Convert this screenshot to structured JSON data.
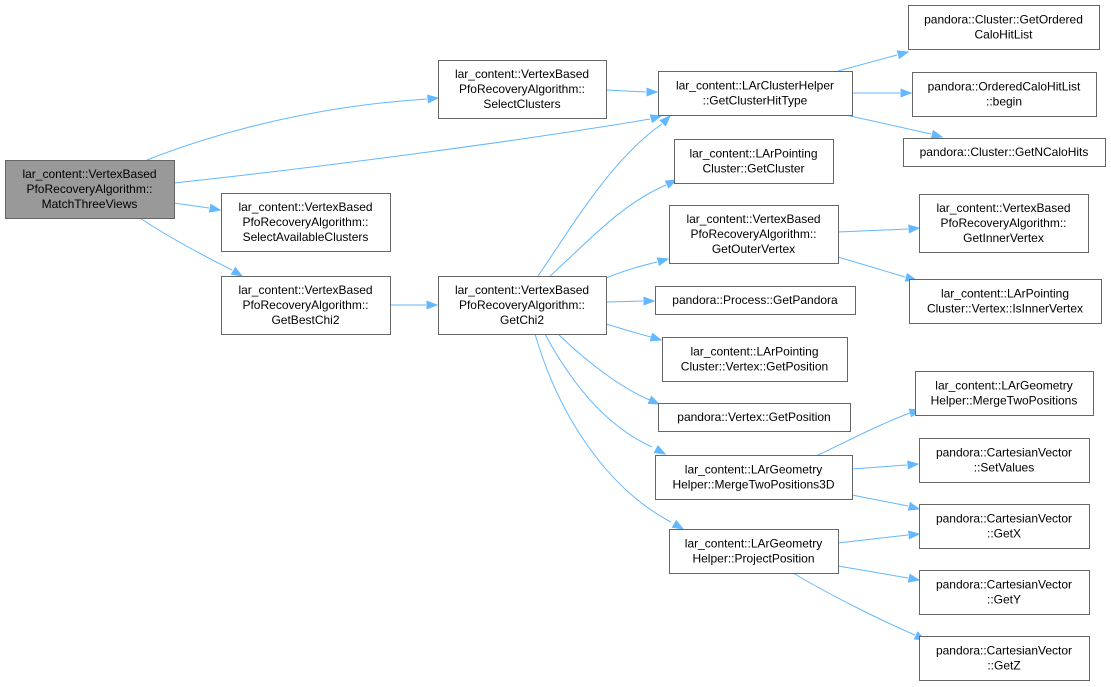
{
  "graph": {
    "type": "call-graph",
    "colors": {
      "edge": "#63b8ff",
      "node_border": "#666666",
      "root_fill": "#999999",
      "node_fill": "#ffffff",
      "text": "#000000"
    },
    "nodes": {
      "match_three_views": {
        "lines": [
          "lar_content::VertexBased",
          "PfoRecoveryAlgorithm::",
          "MatchThreeViews"
        ],
        "root": true
      },
      "select_clusters": {
        "lines": [
          "lar_content::VertexBased",
          "PfoRecoveryAlgorithm::",
          "SelectClusters"
        ]
      },
      "select_available_clusters": {
        "lines": [
          "lar_content::VertexBased",
          "PfoRecoveryAlgorithm::",
          "SelectAvailableClusters"
        ]
      },
      "get_best_chi2": {
        "lines": [
          "lar_content::VertexBased",
          "PfoRecoveryAlgorithm::",
          "GetBestChi2"
        ]
      },
      "get_chi2": {
        "lines": [
          "lar_content::VertexBased",
          "PfoRecoveryAlgorithm::",
          "GetChi2"
        ]
      },
      "get_cluster_hit_type": {
        "lines": [
          "lar_content::LArClusterHelper",
          "::GetClusterHitType"
        ]
      },
      "get_ordered_calo_hit_list": {
        "lines": [
          "pandora::Cluster::GetOrdered",
          "CaloHitList"
        ]
      },
      "ordered_calo_hit_list_begin": {
        "lines": [
          "pandora::OrderedCaloHitList",
          "::begin"
        ]
      },
      "get_n_calo_hits": {
        "lines": [
          "pandora::Cluster::GetNCaloHits"
        ]
      },
      "pointing_get_cluster": {
        "lines": [
          "lar_content::LArPointing",
          "Cluster::GetCluster"
        ]
      },
      "get_outer_vertex": {
        "lines": [
          "lar_content::VertexBased",
          "PfoRecoveryAlgorithm::",
          "GetOuterVertex"
        ]
      },
      "get_inner_vertex": {
        "lines": [
          "lar_content::VertexBased",
          "PfoRecoveryAlgorithm::",
          "GetInnerVertex"
        ]
      },
      "is_inner_vertex": {
        "lines": [
          "lar_content::LArPointing",
          "Cluster::Vertex::IsInnerVertex"
        ]
      },
      "get_pandora": {
        "lines": [
          "pandora::Process::GetPandora"
        ]
      },
      "pointing_vertex_get_position": {
        "lines": [
          "lar_content::LArPointing",
          "Cluster::Vertex::GetPosition"
        ]
      },
      "vertex_get_position": {
        "lines": [
          "pandora::Vertex::GetPosition"
        ]
      },
      "merge_two_positions_3d": {
        "lines": [
          "lar_content::LArGeometry",
          "Helper::MergeTwoPositions3D"
        ]
      },
      "merge_two_positions": {
        "lines": [
          "lar_content::LArGeometry",
          "Helper::MergeTwoPositions"
        ]
      },
      "set_values": {
        "lines": [
          "pandora::CartesianVector",
          "::SetValues"
        ]
      },
      "project_position": {
        "lines": [
          "lar_content::LArGeometry",
          "Helper::ProjectPosition"
        ]
      },
      "get_x": {
        "lines": [
          "pandora::CartesianVector",
          "::GetX"
        ]
      },
      "get_y": {
        "lines": [
          "pandora::CartesianVector",
          "::GetY"
        ]
      },
      "get_z": {
        "lines": [
          "pandora::CartesianVector",
          "::GetZ"
        ]
      }
    },
    "edges": [
      {
        "from": "match_three_views",
        "to": "select_clusters"
      },
      {
        "from": "match_three_views",
        "to": "get_cluster_hit_type"
      },
      {
        "from": "match_three_views",
        "to": "select_available_clusters"
      },
      {
        "from": "match_three_views",
        "to": "get_best_chi2"
      },
      {
        "from": "select_clusters",
        "to": "get_cluster_hit_type"
      },
      {
        "from": "get_cluster_hit_type",
        "to": "get_ordered_calo_hit_list"
      },
      {
        "from": "get_cluster_hit_type",
        "to": "ordered_calo_hit_list_begin"
      },
      {
        "from": "get_cluster_hit_type",
        "to": "get_n_calo_hits"
      },
      {
        "from": "get_best_chi2",
        "to": "get_chi2"
      },
      {
        "from": "get_chi2",
        "to": "get_cluster_hit_type"
      },
      {
        "from": "get_chi2",
        "to": "pointing_get_cluster"
      },
      {
        "from": "get_chi2",
        "to": "get_outer_vertex"
      },
      {
        "from": "get_chi2",
        "to": "get_pandora"
      },
      {
        "from": "get_chi2",
        "to": "pointing_vertex_get_position"
      },
      {
        "from": "get_chi2",
        "to": "vertex_get_position"
      },
      {
        "from": "get_chi2",
        "to": "merge_two_positions_3d"
      },
      {
        "from": "get_chi2",
        "to": "project_position"
      },
      {
        "from": "get_outer_vertex",
        "to": "get_inner_vertex"
      },
      {
        "from": "get_outer_vertex",
        "to": "is_inner_vertex"
      },
      {
        "from": "merge_two_positions_3d",
        "to": "merge_two_positions"
      },
      {
        "from": "merge_two_positions_3d",
        "to": "set_values"
      },
      {
        "from": "merge_two_positions_3d",
        "to": "get_x"
      },
      {
        "from": "project_position",
        "to": "get_x"
      },
      {
        "from": "project_position",
        "to": "get_y"
      },
      {
        "from": "project_position",
        "to": "get_z"
      }
    ]
  }
}
